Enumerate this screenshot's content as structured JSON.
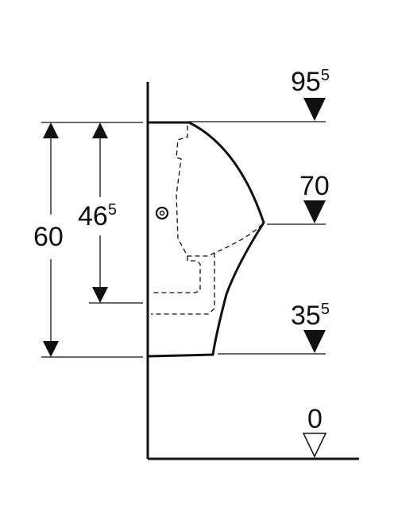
{
  "diagram": {
    "heights": [
      {
        "main": "95",
        "sup": "5"
      },
      {
        "main": "70",
        "sup": ""
      },
      {
        "main": "35",
        "sup": "5"
      },
      {
        "main": "0",
        "sup": ""
      }
    ],
    "dimensions": [
      {
        "main": "60",
        "sup": ""
      },
      {
        "main": "46",
        "sup": "5"
      }
    ]
  }
}
